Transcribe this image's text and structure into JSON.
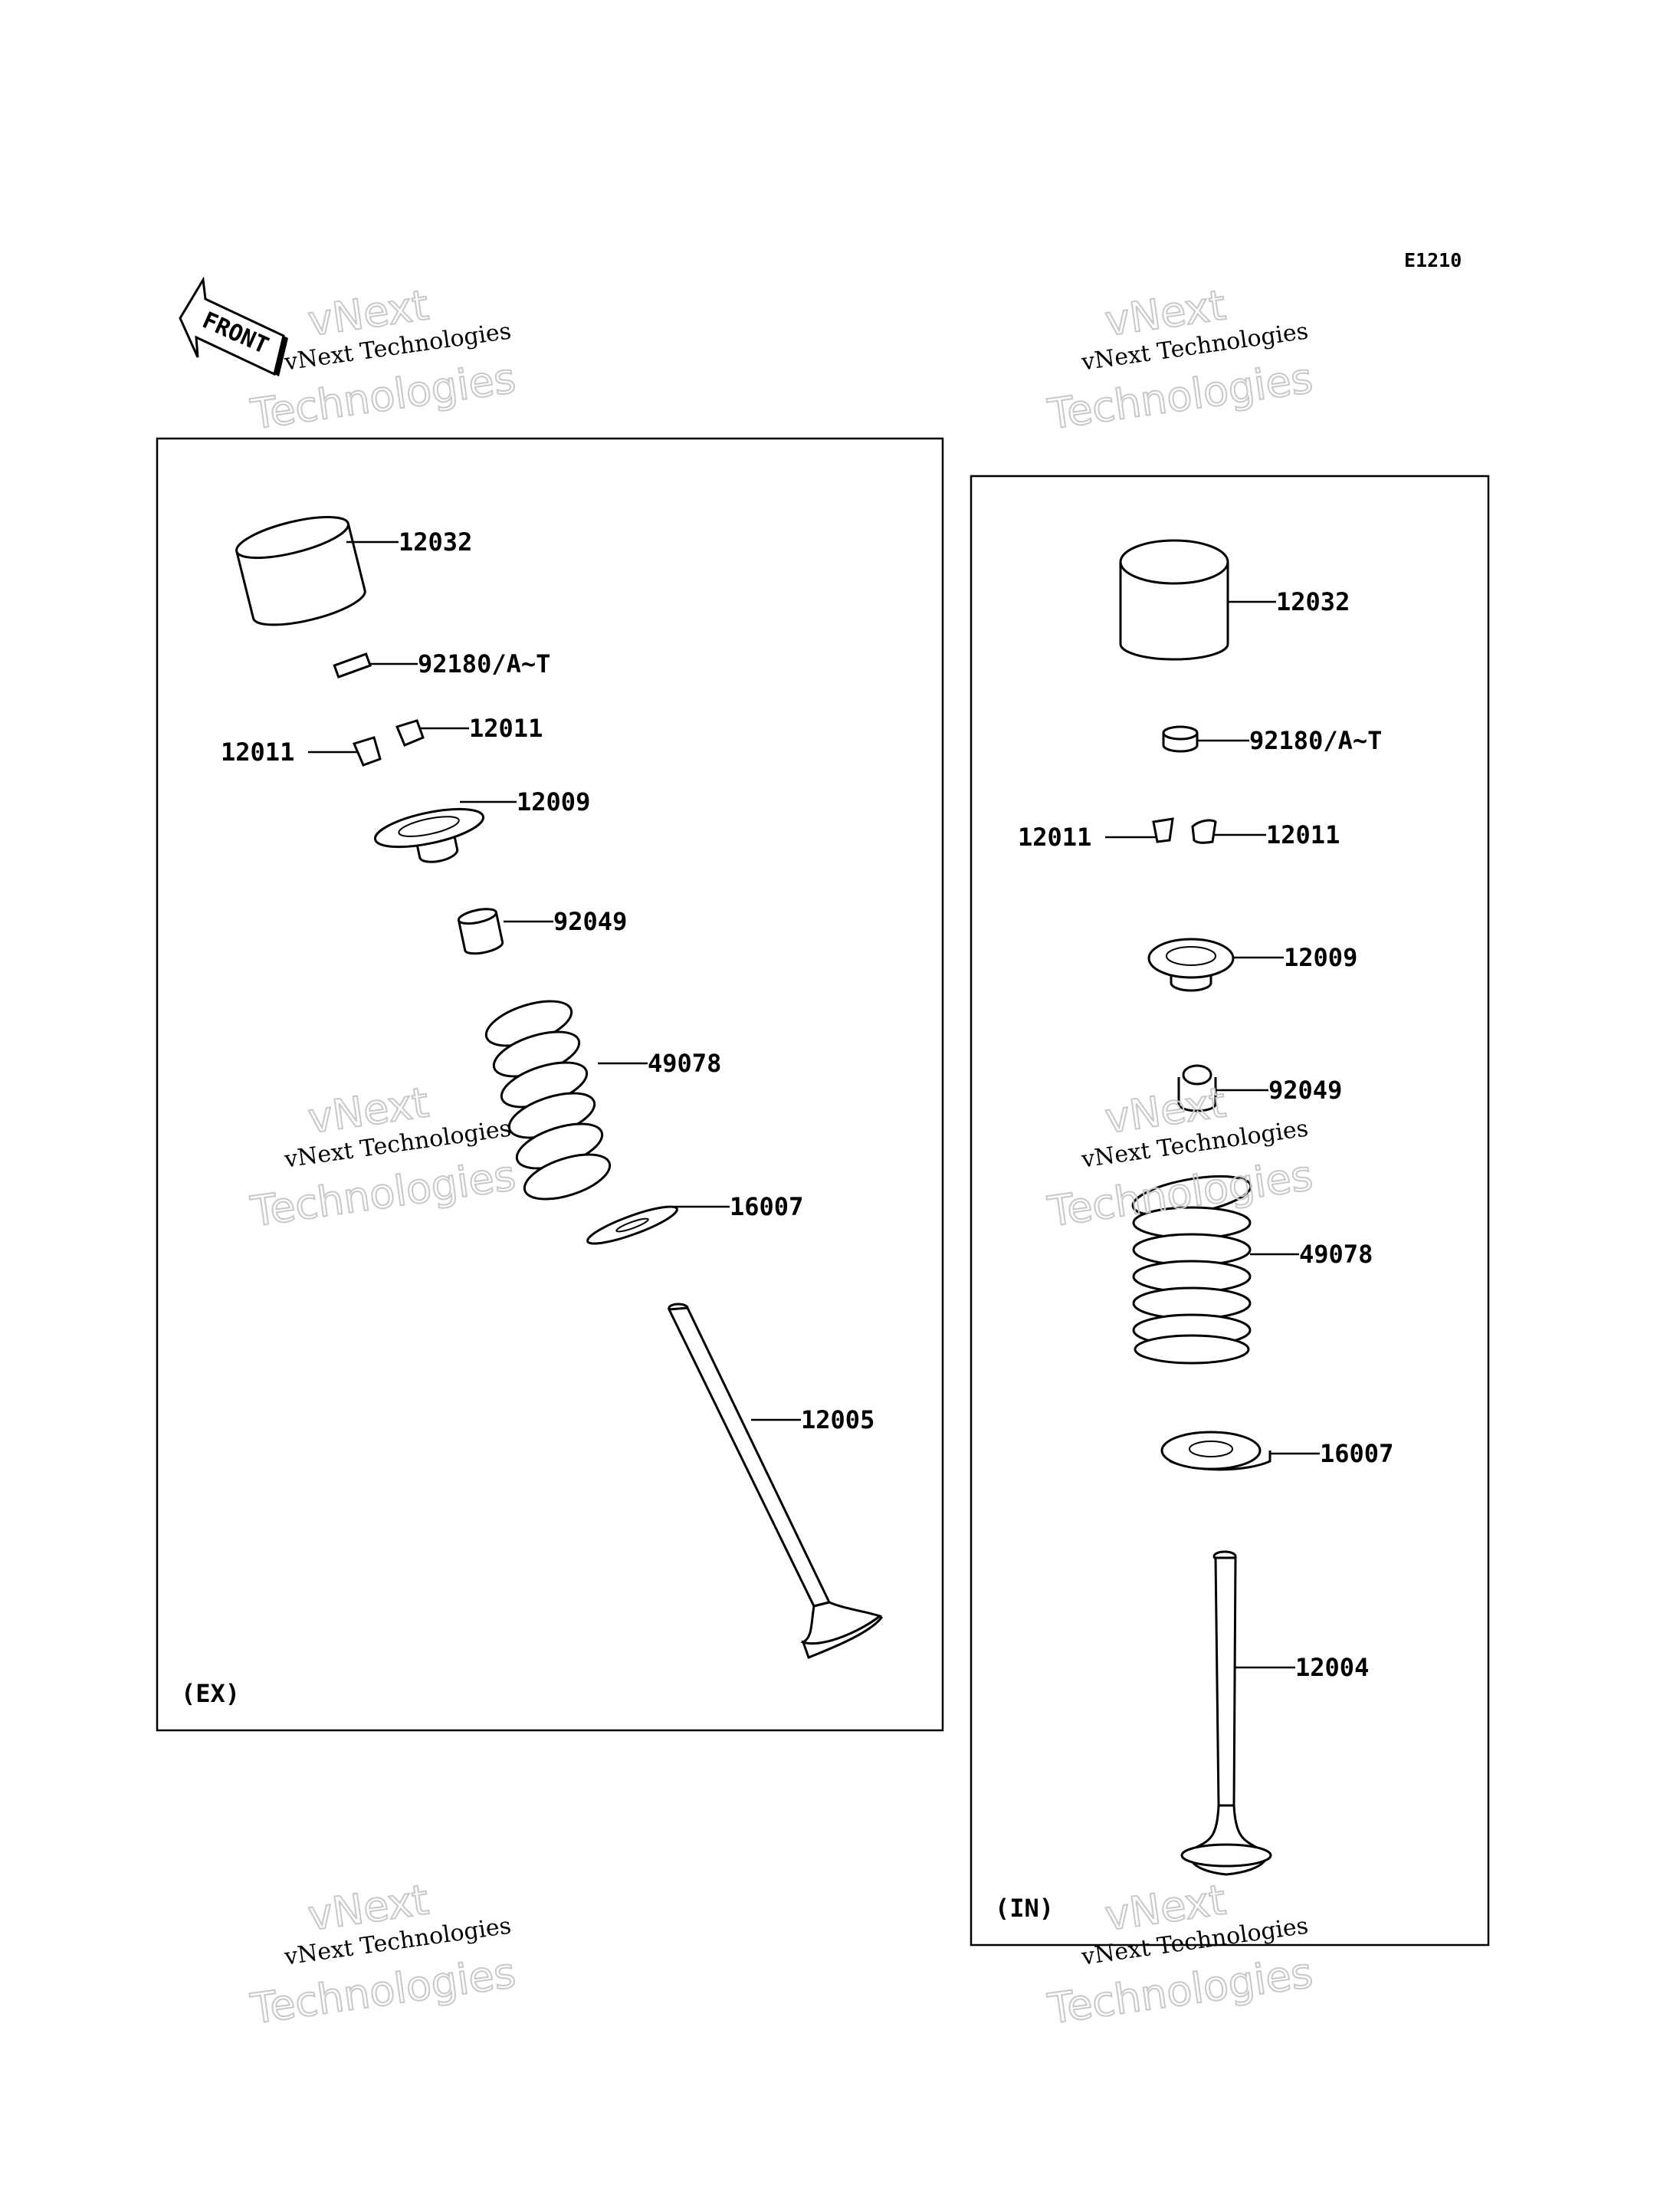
{
  "diagram": {
    "code": "E1210",
    "front_label": "FRONT",
    "watermark": {
      "line1": "vNext",
      "line2": "vNext Technologies",
      "line3": "Technologies"
    },
    "exhaust": {
      "section_label": "(EX)",
      "parts": {
        "tappet": "12032",
        "shim": "92180/A~T",
        "cotter_right": "12011",
        "cotter_left": "12011",
        "retainer": "12009",
        "seal": "92049",
        "spring": "49078",
        "seat": "16007",
        "valve": "12005"
      }
    },
    "intake": {
      "section_label": "(IN)",
      "parts": {
        "tappet": "12032",
        "shim": "92180/A~T",
        "cotter_left": "12011",
        "cotter_right": "12011",
        "retainer": "12009",
        "seal": "92049",
        "spring": "49078",
        "seat": "16007",
        "valve": "12004"
      }
    }
  }
}
